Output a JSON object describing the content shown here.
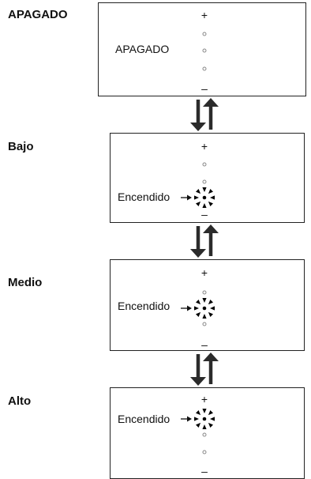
{
  "states": [
    {
      "label": "APAGADO",
      "text": "APAGADO",
      "lit_level": 0
    },
    {
      "label": "Bajo",
      "text": "Encendido",
      "lit_level": 3
    },
    {
      "label": "Medio",
      "text": "Encendido",
      "lit_level": 2
    },
    {
      "label": "Alto",
      "text": "Encendido",
      "lit_level": 1
    }
  ],
  "indicator": {
    "plus": "+",
    "minus": "–"
  },
  "colors": {
    "line": "#222222",
    "arrow": "#2b2b2b",
    "dot": "#888888",
    "lit": "#000000"
  }
}
